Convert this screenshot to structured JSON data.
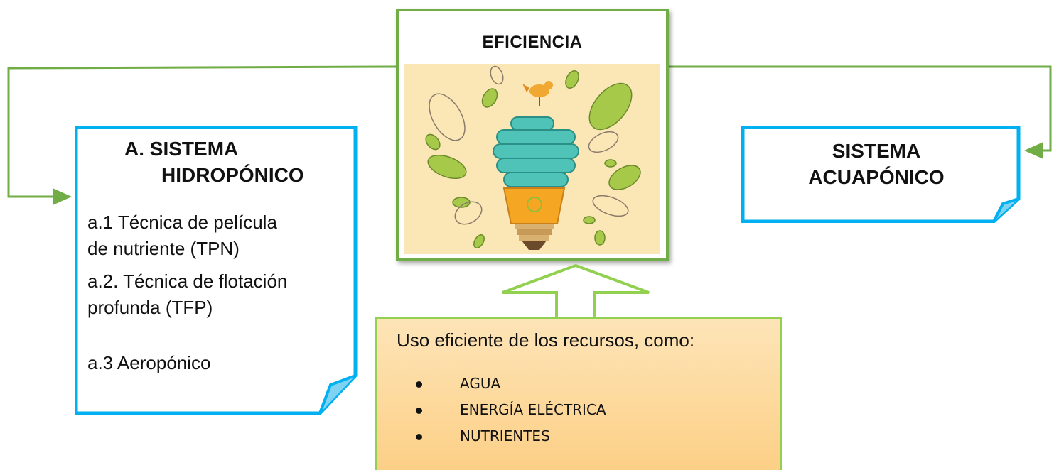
{
  "center": {
    "title": "EFICIENCIA",
    "illustration": "lightbulb-with-leaves-and-bird"
  },
  "left_box": {
    "title_line1": "A.  SISTEMA",
    "title_line2": "HIDROPÓNICO",
    "items": [
      {
        "line1": "a.1 Técnica de película",
        "line2": "de nutriente (TPN)"
      },
      {
        "line1": "a.2. Técnica de flotación",
        "line2": "profunda (TFP)"
      },
      {
        "line1": "a.3 Aeropónico",
        "line2": ""
      }
    ]
  },
  "right_box": {
    "title_line1": "SISTEMA",
    "title_line2": "ACUAPÓNICO"
  },
  "resources": {
    "lead": "Uso eficiente de los recursos, como:",
    "items": [
      "AGUA",
      "ENERGÍA ELÉCTRICA",
      "NUTRIENTES"
    ]
  },
  "colors": {
    "green_border": "#70ad47",
    "light_green": "#92d050",
    "cyan_border": "#00b0f0",
    "illustration_bg": "#fbe6b6",
    "resource_fill": "#fdd89a"
  }
}
